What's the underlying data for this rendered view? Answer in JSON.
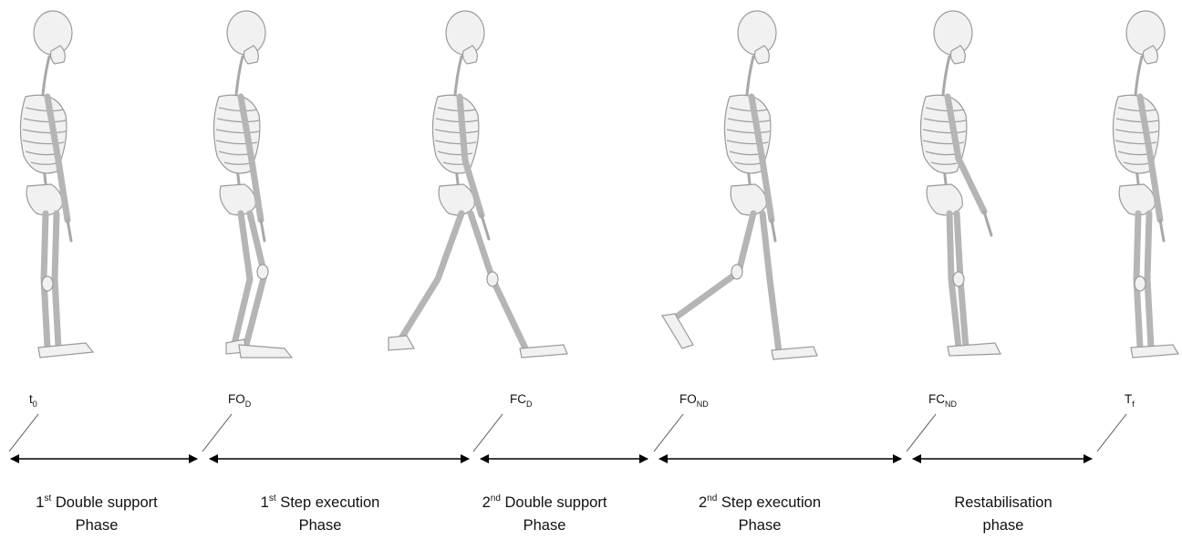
{
  "events": [
    {
      "base": "t",
      "sub": "0"
    },
    {
      "base": "FO",
      "sub": "D"
    },
    {
      "base": "FC",
      "sub": "D"
    },
    {
      "base": "FO",
      "sub": "ND"
    },
    {
      "base": "FC",
      "sub": "ND"
    },
    {
      "base": "T",
      "sub": "f"
    }
  ],
  "phases": [
    {
      "prefix": "1",
      "sup": "st",
      "line1": " Double support",
      "line2": "Phase"
    },
    {
      "prefix": "1",
      "sup": "st",
      "line1": " Step execution",
      "line2": "Phase"
    },
    {
      "prefix": "2",
      "sup": "nd",
      "line1": " Double support",
      "line2": "Phase"
    },
    {
      "prefix": "2",
      "sup": "nd",
      "line1": " Step execution",
      "line2": "Phase"
    },
    {
      "prefix": "",
      "sup": "",
      "line1": "Restabilisation",
      "line2": "phase"
    }
  ]
}
